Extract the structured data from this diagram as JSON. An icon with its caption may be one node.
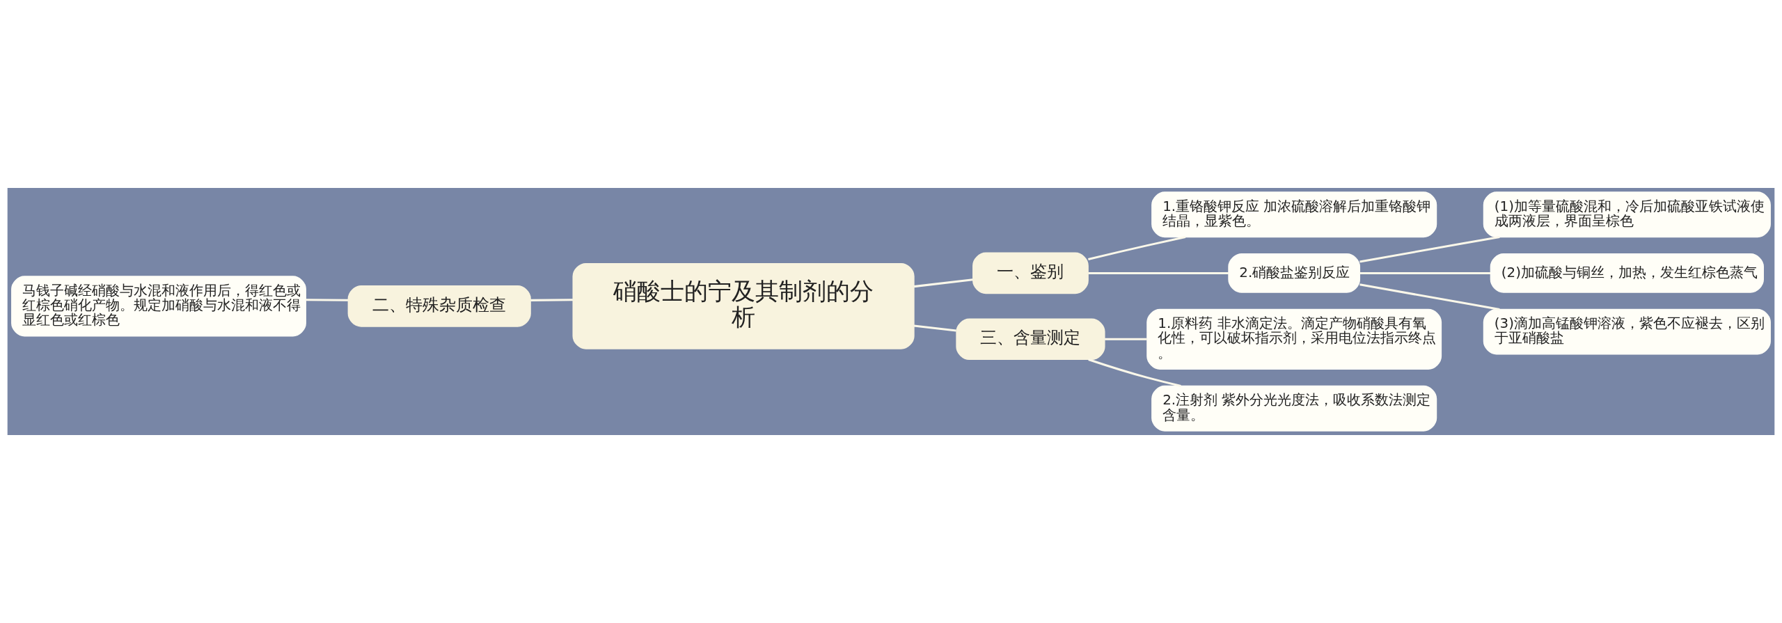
{
  "diagram": {
    "nodes": [
      {
        "text": [
          "硝酸士的宁及其制剂的分析"
        ]
      },
      {
        "text": [
          "一、鉴别"
        ]
      },
      {
        "text": [
          "1.重铬酸钾反应 加浓硫酸溶解后加重铬酸钾结晶，显紫色。"
        ]
      },
      {
        "text": [
          "2.硝酸盐鉴别反应"
        ]
      },
      {
        "text": [
          "(1)加等量硫酸混和，冷后加硫酸亚铁试液使成两液层，界面呈棕色"
        ]
      },
      {
        "text": [
          "(2)加硫酸与铜丝，加热，发生红棕色蒸气"
        ]
      },
      {
        "text": [
          "(3)滴加高锰酸钾溶液，紫色不应褪去，区别于亚硝酸盐"
        ]
      },
      {
        "text": [
          "二、特殊杂质检查"
        ]
      },
      {
        "text": [
          "马钱子碱经硝酸与水混和液作用后，得红色或红棕色硝化产物。规定加硝酸与水混和液不得显红色或红棕色"
        ]
      },
      {
        "text": [
          "三、含量测定"
        ]
      },
      {
        "text": [
          "1.原料药 非水滴定法。滴定产物硝酸具有氧化性，可以破坏指示剂，采用电位法指示终点。"
        ]
      },
      {
        "text": [
          "2.注射剂 紫外分光光度法，吸收系数法测定含量。"
        ]
      }
    ],
    "edges": [
      {
        "from": 0,
        "to": 1,
        "arrow": "none"
      },
      {
        "from": 1,
        "to": 2,
        "arrow": "none"
      },
      {
        "from": 1,
        "to": 3,
        "arrow": "none"
      },
      {
        "from": 3,
        "to": 4,
        "arrow": "none"
      },
      {
        "from": 3,
        "to": 5,
        "arrow": "none"
      },
      {
        "from": 3,
        "to": 6,
        "arrow": "none"
      },
      {
        "from": 0,
        "to": 7,
        "arrow": "none"
      },
      {
        "from": 7,
        "to": 8,
        "arrow": "none"
      },
      {
        "from": 0,
        "to": 9,
        "arrow": "none"
      },
      {
        "from": 9,
        "to": 10,
        "arrow": "none"
      },
      {
        "from": 9,
        "to": 11,
        "arrow": "none"
      }
    ]
  }
}
